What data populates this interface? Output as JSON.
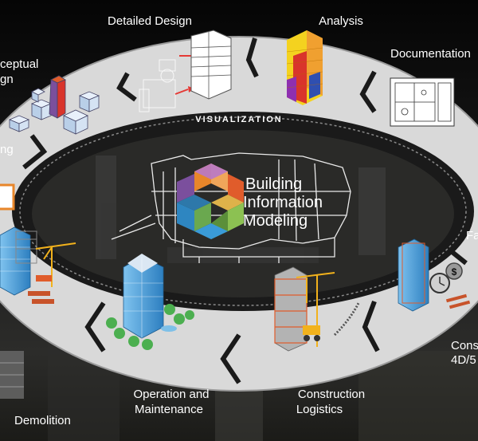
{
  "diagram": {
    "center_title": [
      "Building",
      "Information",
      "Modeling"
    ],
    "ring_caption": "VISUALIZATION",
    "stages": {
      "detailed_design": "Detailed Design",
      "analysis": "Analysis",
      "documentation": "Documentation",
      "conceptual_line1": "ceptual",
      "conceptual_line2": "gn",
      "left_partial": "ng",
      "fabrication_partial": "Fa",
      "construction_4d_line1": "Cons",
      "construction_4d_line2": "4D/5",
      "operation_line1": "Operation and",
      "operation_line2": "Maintenance",
      "logistics_line1": "Construction",
      "logistics_line2": "Logistics",
      "demolition": "Demolition"
    }
  },
  "colors": {
    "ring": "#d9d9d9",
    "ring_edge": "#9a9a9a",
    "cube_orange": "#e8862a",
    "cube_purple": "#7b4f9d",
    "cube_green": "#6aa84f",
    "cube_blue": "#2e86c1",
    "building_blue": "#4da3dd",
    "crane_yellow": "#f2b21c",
    "analysis_red": "#d9342b",
    "analysis_yellow": "#f4d21f"
  }
}
